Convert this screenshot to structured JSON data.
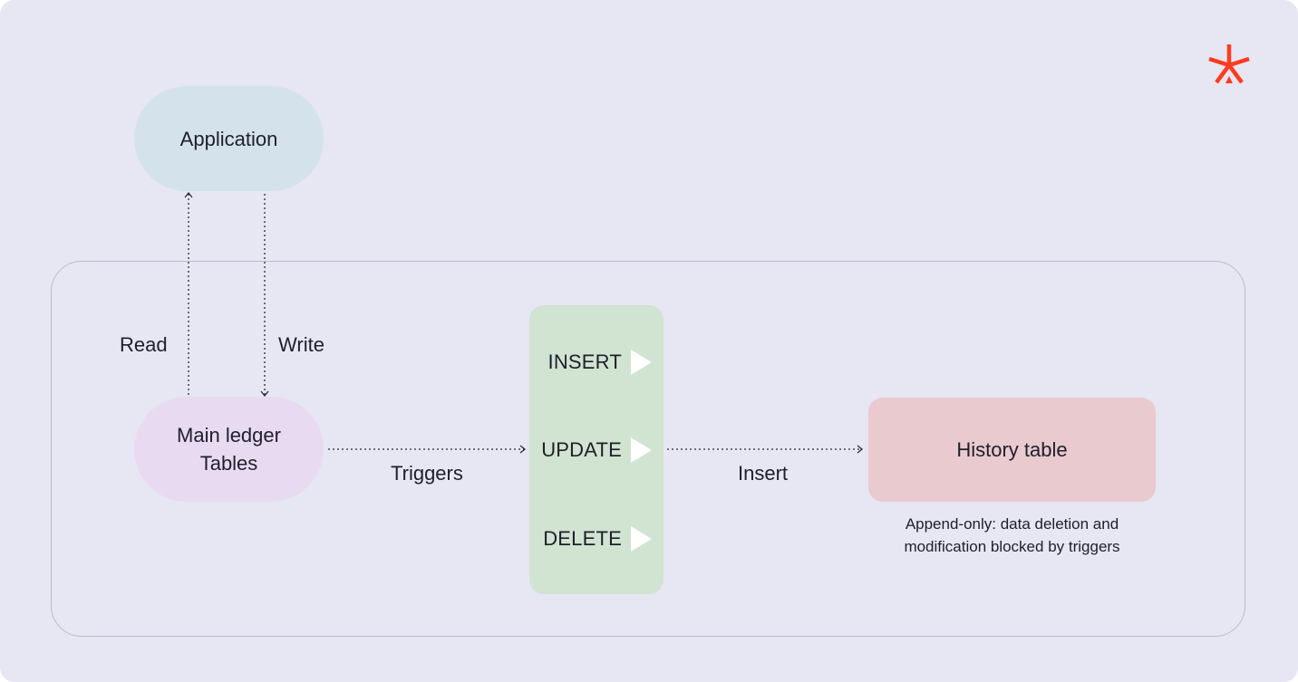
{
  "brand": {
    "accent": "#ff3b1f"
  },
  "nodes": {
    "application": "Application",
    "main_ledger": {
      "line1": "Main ledger",
      "line2": "Tables"
    },
    "history": "History table"
  },
  "edges": {
    "read": "Read",
    "write": "Write",
    "triggers": "Triggers",
    "insert": "Insert"
  },
  "trigger_events": [
    "INSERT",
    "UPDATE",
    "DELETE"
  ],
  "history_note": {
    "line1": "Append-only: data deletion and",
    "line2": "modification blocked by triggers"
  },
  "colors": {
    "background": "#e6e7f3",
    "application": "#d4e2ec",
    "main_ledger": "#e8dbf1",
    "triggers": "#d1e3d1",
    "history": "#e8cacf"
  }
}
